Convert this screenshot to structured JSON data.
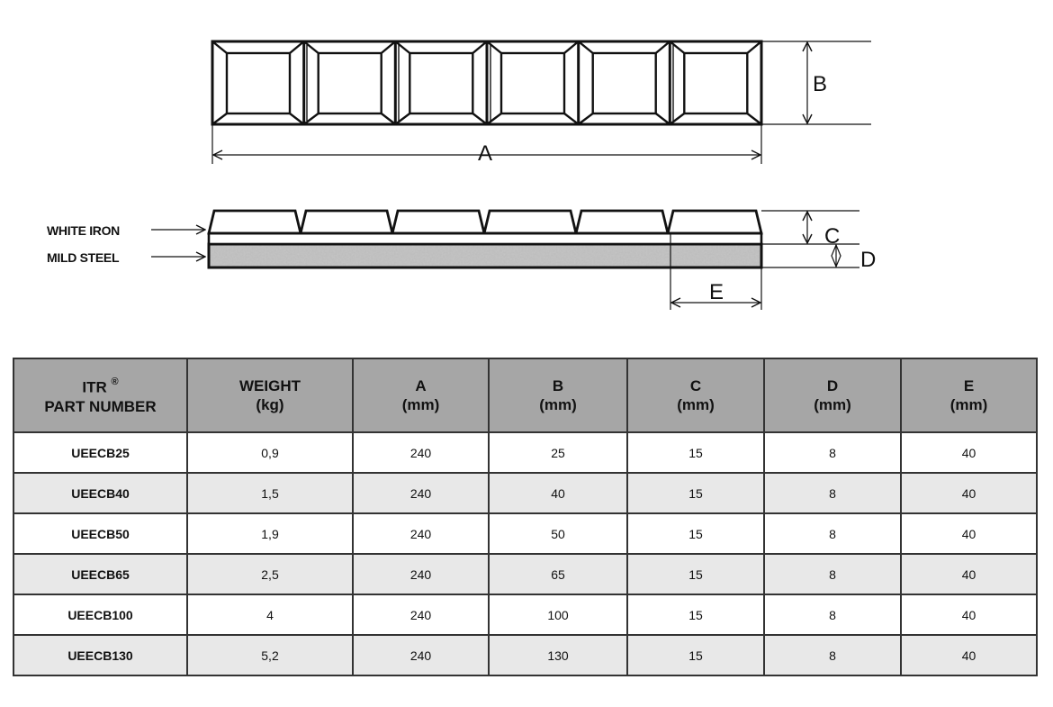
{
  "diagram": {
    "top_view": {
      "tile_count": 6,
      "dimension_labels": {
        "length": "A",
        "width": "B"
      }
    },
    "side_view": {
      "layers": [
        {
          "label": "WHITE IRON"
        },
        {
          "label": "MILD STEEL"
        }
      ],
      "dimension_labels": {
        "height_white_iron": "C",
        "height_mild_steel": "D",
        "tile_pitch": "E"
      }
    }
  },
  "table": {
    "headers": [
      {
        "line1": "ITR",
        "sup": "®",
        "line2": "PART NUMBER"
      },
      {
        "line1": "WEIGHT",
        "line2": "(kg)"
      },
      {
        "line1": "A",
        "line2": "(mm)"
      },
      {
        "line1": "B",
        "line2": "(mm)"
      },
      {
        "line1": "C",
        "line2": "(mm)"
      },
      {
        "line1": "D",
        "line2": "(mm)"
      },
      {
        "line1": "E",
        "line2": "(mm)"
      }
    ],
    "rows": [
      [
        "UEECB25",
        "0,9",
        "240",
        "25",
        "15",
        "8",
        "40"
      ],
      [
        "UEECB40",
        "1,5",
        "240",
        "40",
        "15",
        "8",
        "40"
      ],
      [
        "UEECB50",
        "1,9",
        "240",
        "50",
        "15",
        "8",
        "40"
      ],
      [
        "UEECB65",
        "2,5",
        "240",
        "65",
        "15",
        "8",
        "40"
      ],
      [
        "UEECB100",
        "4",
        "240",
        "100",
        "15",
        "8",
        "40"
      ],
      [
        "UEECB130",
        "5,2",
        "240",
        "130",
        "15",
        "8",
        "40"
      ]
    ]
  },
  "colors": {
    "header_bg": "#a6a6a6",
    "row_alt_bg": "#e8e8e8",
    "border": "#333333"
  }
}
